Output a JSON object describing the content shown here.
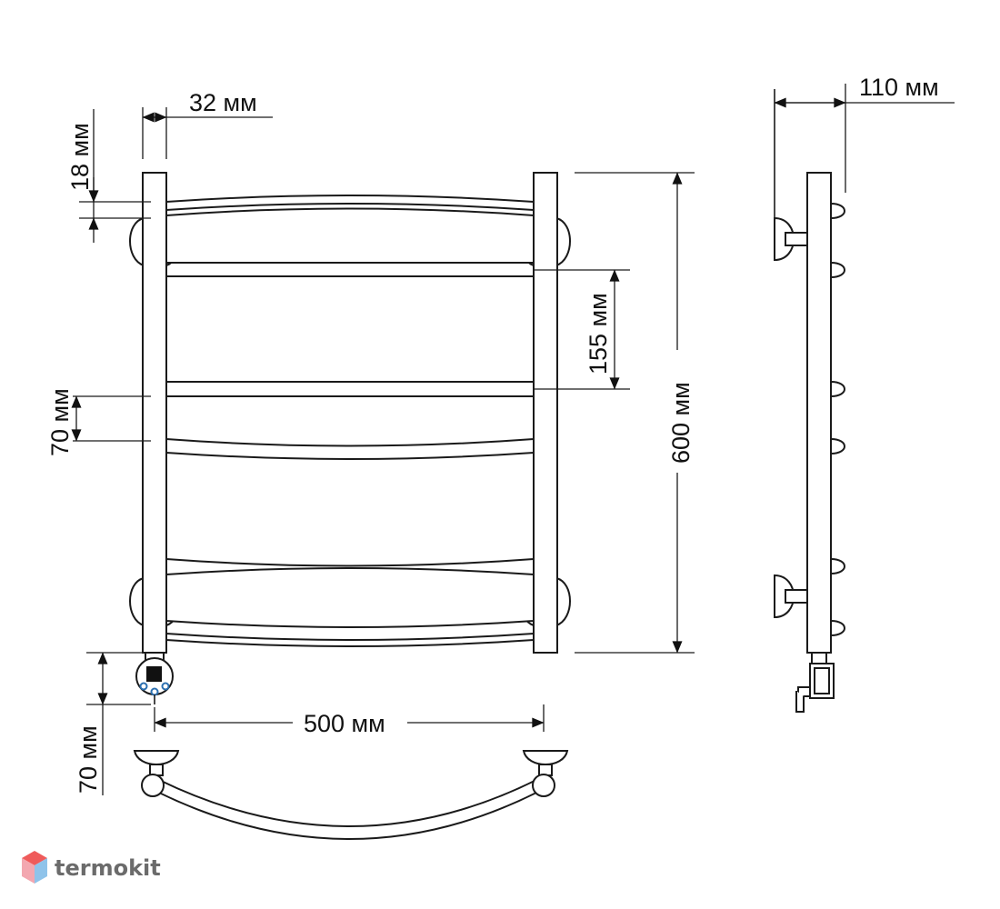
{
  "dimensions": {
    "tube_diameter": "32 мм",
    "top_offset": "18 мм",
    "wall_depth": "110 мм",
    "rung_spacing": "155 мм",
    "total_height": "600 мм",
    "pair_spacing": "70 мм",
    "heater_offset": "70 мм",
    "width": "500 мм"
  },
  "brand": {
    "name": "termokit",
    "colors": {
      "top": "#ef5b5b",
      "left": "#f3a7b0",
      "right": "#8fc3ea"
    }
  }
}
